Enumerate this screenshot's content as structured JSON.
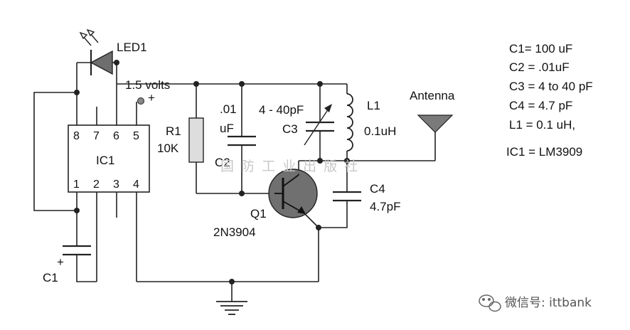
{
  "components": {
    "led": "LED1",
    "ic": "IC1",
    "ic_pins_top": [
      "8",
      "7",
      "6",
      "5"
    ],
    "ic_pins_bottom": [
      "1",
      "2",
      "3",
      "4"
    ],
    "supply": "1.5 volts",
    "supply_plus": "+",
    "r1_name": "R1",
    "r1_value": "10K",
    "c2_value_line1": ".01",
    "c2_value_line2": "uF",
    "c2_name": "C2",
    "c3_value": "4 - 40pF",
    "c3_name": "C3",
    "l1_name": "L1",
    "l1_value": "0.1uH",
    "antenna": "Antenna",
    "c4_name": "C4",
    "c4_value": "4.7pF",
    "q1_name": "Q1",
    "q1_part": "2N3904",
    "c1_name": "C1",
    "c1_plus": "+"
  },
  "parts_list": [
    "C1= 100 uF",
    "C2 = .01uF",
    "C3 = 4 to 40 pF",
    "C4 = 4.7 pF",
    "L1 = 0.1 uH,",
    "IC1 = LM3909"
  ],
  "watermark": "国 防 工 业 出 版 社",
  "brand": {
    "text": "微信号: ittbank",
    "icon": "wechat-icon"
  },
  "colors": {
    "wire": "#222222",
    "component_fill": "#6e6e6e",
    "resistor_fill": "#dddddd",
    "background": "#ffffff"
  }
}
